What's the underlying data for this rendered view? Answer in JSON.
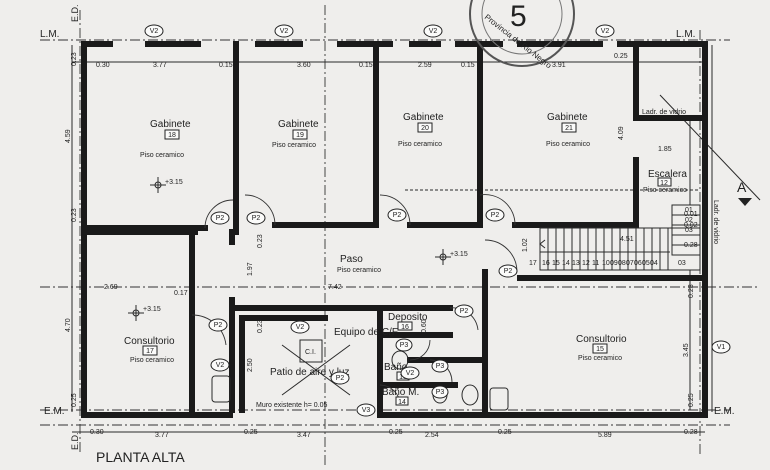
{
  "title": "PLANTA ALTA",
  "line_labels": {
    "lm_left": "L.M.",
    "lm_right": "L.M.",
    "em_left": "E.M.",
    "em_right": "E.M.",
    "ed_top": "E.D.",
    "ed_bottom": "E.D."
  },
  "stamp_text": "Provincia de Rio Negro",
  "stamp_digit": "5",
  "section_mark": "A",
  "rooms": [
    {
      "name": "Gabinete",
      "number": "18",
      "floor": "Piso ceramico"
    },
    {
      "name": "Gabinete",
      "number": "19",
      "floor": "Piso ceramico"
    },
    {
      "name": "Gabinete",
      "number": "20",
      "floor": "Piso ceramico"
    },
    {
      "name": "Gabinete",
      "number": "21",
      "floor": "Piso ceramico"
    },
    {
      "name": "Escalera",
      "number": "12",
      "floor": "Piso ceramico"
    },
    {
      "name": "Paso",
      "number": "",
      "floor": "Piso ceramico"
    },
    {
      "name": "Consultorio",
      "number": "17",
      "floor": "Piso ceramico"
    },
    {
      "name": "Consultorio",
      "number": "15",
      "floor": "Piso ceramico"
    },
    {
      "name": "Patio de aire y luz",
      "number": "",
      "floor": ""
    },
    {
      "name": "Equipo de C/F",
      "number": "",
      "floor": ""
    },
    {
      "name": "Deposito",
      "number": "16",
      "floor": ""
    },
    {
      "name": "Baño",
      "number": "13",
      "floor": ""
    },
    {
      "name": "Baño M.",
      "number": "14",
      "floor": ""
    }
  ],
  "misc": {
    "ladr": "Ladr. de vidrio",
    "muro": "Muro existente h= 0.05",
    "ci": "C.I.",
    "level": "+3.15",
    "stair_note": "Ladr. de vidrio"
  },
  "tags": [
    "V2",
    "V2",
    "V2",
    "V2",
    "V2",
    "V2",
    "V2",
    "V1",
    "V3",
    "P2",
    "P2",
    "P2",
    "P2",
    "P2",
    "P2",
    "P2",
    "P2",
    "P3",
    "P3",
    "P3"
  ],
  "dims_top": [
    "0.30",
    "3.77",
    "0.15",
    "3.60",
    "0.15",
    "2.59",
    "0.15",
    "3.91",
    "0.25"
  ],
  "dims_bottom": [
    "0.30",
    "3.77",
    "0.25",
    "3.47",
    "0.25",
    "2.54",
    "0.25",
    "5.89",
    "0.28"
  ],
  "dims_left": [
    "0.23",
    "4.59",
    "0.23",
    "4.70",
    "0.25"
  ],
  "dims_right": [
    "4.09",
    "1.85",
    "0.23",
    "3.45",
    "0.25"
  ],
  "dims_inner": [
    "2.69",
    "0.17",
    "7.42",
    "1.97",
    "0.23",
    "1.02",
    "2.50",
    "0.23",
    "0.60",
    "4.51",
    "0.28",
    "0.01",
    "0.02"
  ],
  "stair_steps": [
    "17",
    "16",
    "15",
    "14",
    "13",
    "12",
    "11",
    "10",
    "09",
    "08",
    "07",
    "06",
    "05",
    "04",
    "03"
  ],
  "stair_upper": [
    "01",
    "02",
    "03"
  ]
}
